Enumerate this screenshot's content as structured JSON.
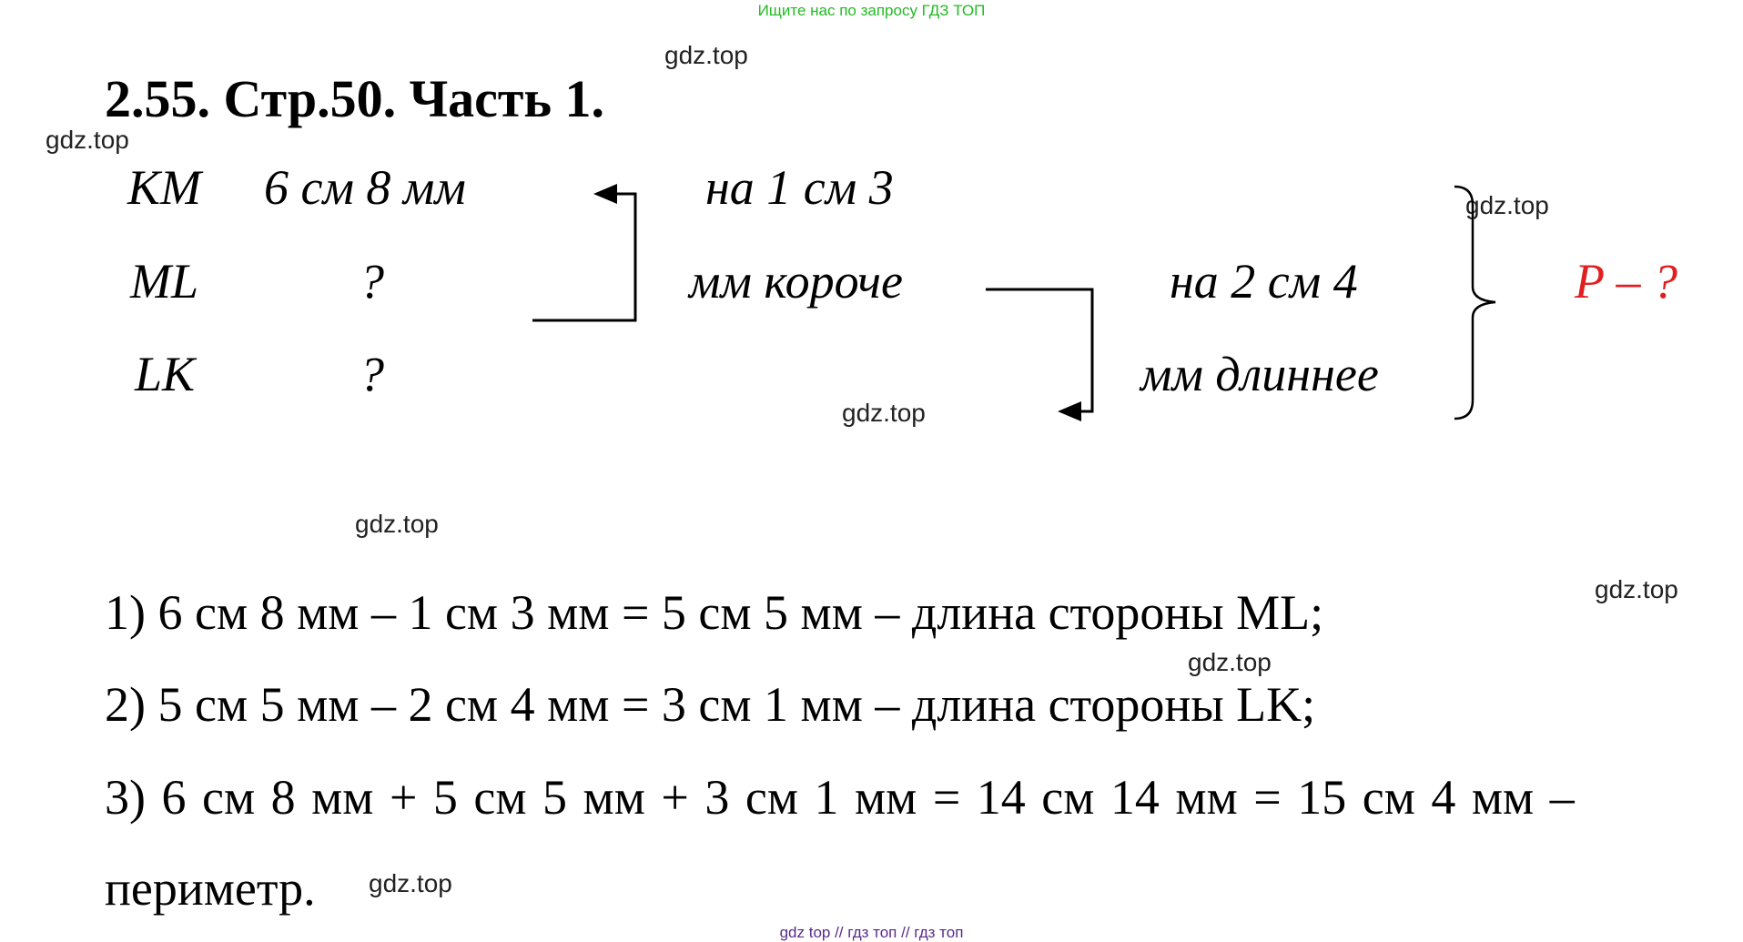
{
  "banner": "Ищите нас по запросу ГДЗ ТОП",
  "title": "2.55. Стр.50. Часть 1.",
  "watermark": "gdz.top",
  "condition": {
    "rows": [
      {
        "label": "KM",
        "value": "6 см 8 мм"
      },
      {
        "label": "ML",
        "value": "?"
      },
      {
        "label": "LK",
        "value": "?"
      }
    ],
    "relation1": {
      "line1": "на 1 см 3",
      "line2": "мм короче"
    },
    "relation2": {
      "line1": "на 2 см 4",
      "line2": "мм длиннее"
    },
    "question": "P – ?"
  },
  "solution": {
    "step1": "1) 6 см 8 мм – 1 см 3 мм = 5 см 5 мм – длина стороны ML;",
    "step2": "2) 5 см 5 мм – 2 см 4 мм = 3 см 1 мм – длина стороны LK;",
    "step3": "3) 6 см 8 мм + 5 см 5 мм + 3 см 1 мм = 14 см 14 мм =  15 см 4 мм –",
    "step3_cont": "периметр."
  },
  "footer": "gdz top  //  гдз топ  //  гдз топ"
}
